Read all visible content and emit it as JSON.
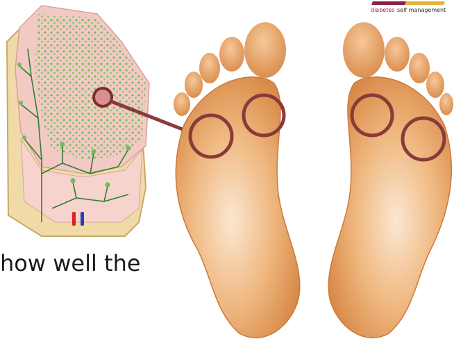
{
  "caption": "how well the",
  "logo": {
    "word1": "diabetes",
    "word2": "self management"
  },
  "colors": {
    "skin": "#e8a466",
    "skin_light": "#f6d8b8",
    "circle": "#8b3a3a",
    "tissue_pink": "#f3c9c3",
    "tissue_tan": "#f0dba8",
    "vessel_green": "#2e7d32",
    "dot_green": "#6abf5a"
  },
  "icons": [
    "tissue-cross-section-illustration",
    "left-foot-sole",
    "right-foot-sole"
  ]
}
